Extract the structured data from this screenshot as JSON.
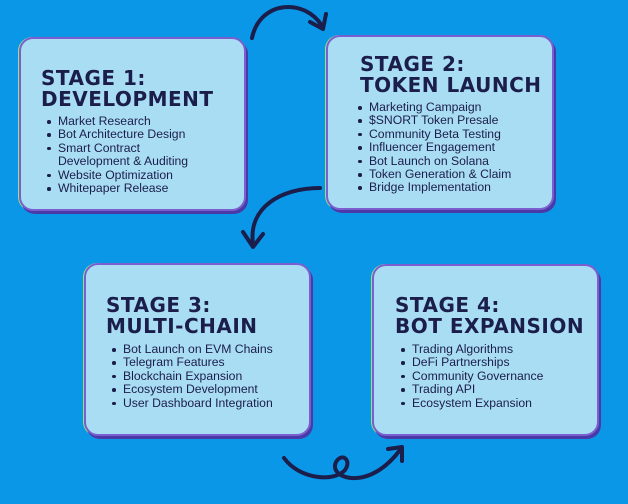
{
  "stages": [
    {
      "title_line1": "STAGE 1:",
      "title_line2": "DEVELOPMENT",
      "items": [
        "Market Research",
        "Bot Architecture Design",
        "Smart Contract",
        "Development & Auditing",
        "Website Optimization",
        "Whitepaper Release"
      ]
    },
    {
      "title_line1": "STAGE 2:",
      "title_line2": "TOKEN LAUNCH",
      "items": [
        "Marketing Campaign",
        "$SNORT Token Presale",
        "Community Beta Testing",
        "Influencer Engagement",
        "Bot Launch on Solana",
        "Token Generation & Claim",
        "Bridge Implementation"
      ]
    },
    {
      "title_line1": "STAGE 3:",
      "title_line2": "MULTI-CHAIN",
      "items": [
        "Bot Launch on EVM Chains",
        "Telegram Features",
        "Blockchain Expansion",
        "Ecosystem Development",
        "User Dashboard Integration"
      ]
    },
    {
      "title_line1": "STAGE 4:",
      "title_line2": "BOT EXPANSION",
      "items": [
        "Trading Algorithms",
        "DeFi Partnerships",
        "Community Governance",
        "Trading API",
        "Ecosystem Expansion"
      ]
    }
  ],
  "colors": {
    "background": "#0b97e8",
    "card": "#a9ddf4",
    "text": "#1b1d4a",
    "arrow": "#1b1d4a"
  },
  "icons": [
    "curved-arrow-icon",
    "curved-arrow-icon",
    "loop-arrow-icon"
  ]
}
